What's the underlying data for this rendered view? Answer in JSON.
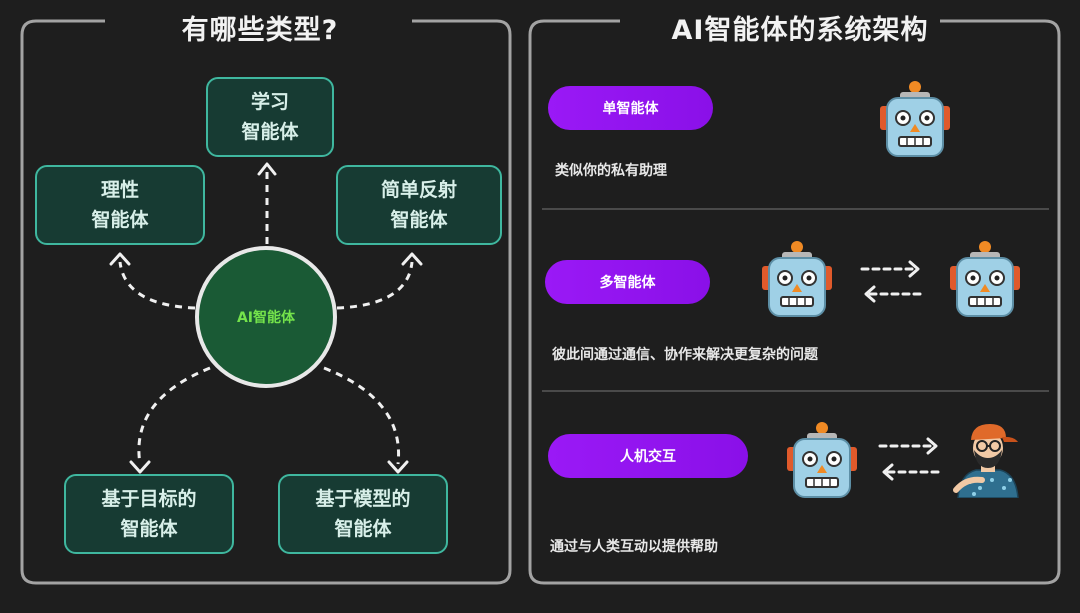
{
  "left_panel": {
    "title": "有哪些类型?",
    "center": "AI智能体",
    "nodes": {
      "learning": [
        "学习",
        "智能体"
      ],
      "rational": [
        "理性",
        "智能体"
      ],
      "reflex": [
        "简单反射",
        "智能体"
      ],
      "goal": [
        "基于目标的",
        "智能体"
      ],
      "model": [
        "基于模型的",
        "智能体"
      ]
    }
  },
  "right_panel": {
    "title": "AI智能体的系统架构",
    "sections": [
      {
        "label": "单智能体",
        "description": "类似你的私有助理"
      },
      {
        "label": "多智能体",
        "description": "彼此间通过通信、协作来解决更复杂的问题"
      },
      {
        "label": "人机交互",
        "description": "通过与人类互动以提供帮助"
      }
    ]
  },
  "colors": {
    "background": "#1e1e1e",
    "node_border": "#3fb79f",
    "node_fill": "#173b33",
    "center_fill": "#1a5a35",
    "center_text": "#74e34b",
    "pill": "#9a19f6",
    "robot_face": "#9fd0e6"
  },
  "icons": [
    "robot-icon",
    "person-icon",
    "arrow-right-icon",
    "arrow-left-icon"
  ]
}
